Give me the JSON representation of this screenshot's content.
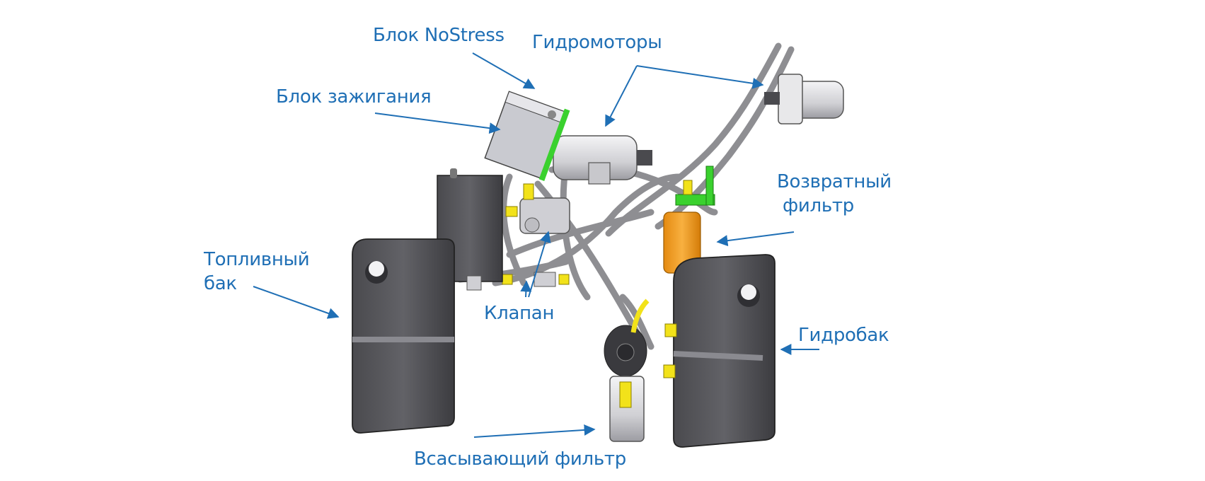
{
  "diagram": {
    "label_color": "#1f6fb5",
    "labels": {
      "nostress_block": "Блок NoStress",
      "hydraulic_motors": "Гидромоторы",
      "ignition_block": "Блок зажигания",
      "return_filter": [
        "Возвратный",
        "фильтр"
      ],
      "fuel_tank": [
        "Топливный",
        "бак"
      ],
      "valve": "Клапан",
      "hydraulic_tank": "Гидробак",
      "suction_filter": "Всасывающий фильтр"
    },
    "colors": {
      "tank": "#5a5a5e",
      "tank_dark": "#3f3f43",
      "metal": "#d9d9dc",
      "hose": "#8e8e92",
      "fitting": "#f2e21a",
      "bracket": "#3ad12e",
      "filter": "#f29a1e"
    }
  }
}
